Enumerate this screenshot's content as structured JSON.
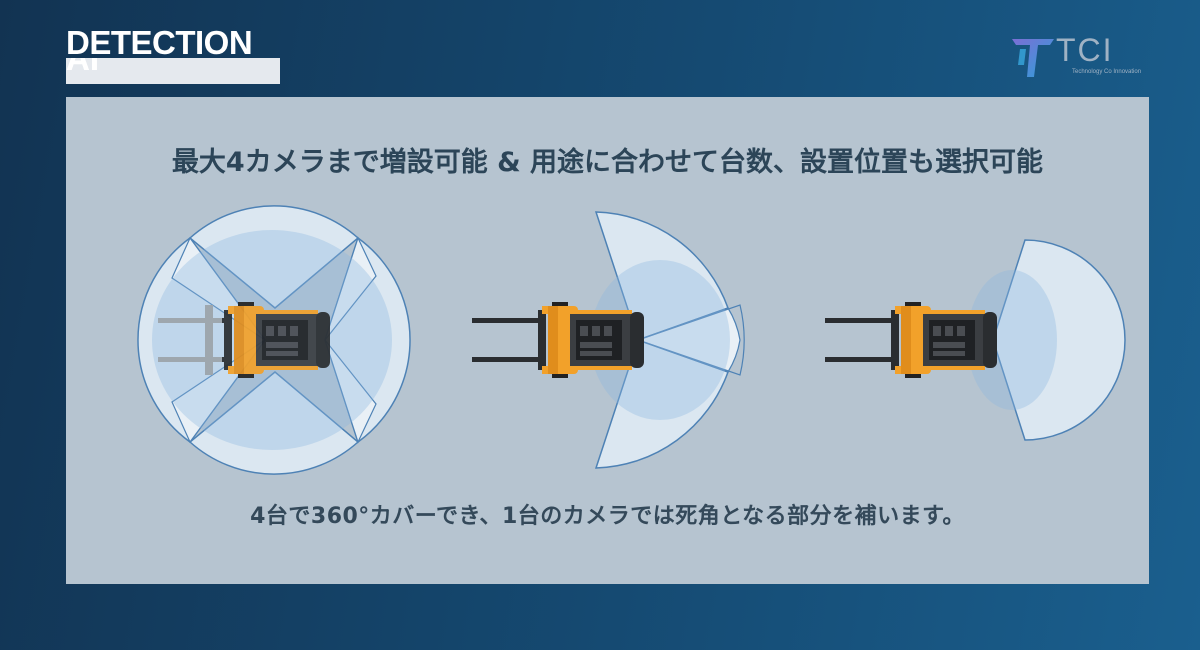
{
  "brand": {
    "line1": "DETECTION",
    "line2": "AI"
  },
  "logo": {
    "name": "TCI",
    "tagline": "Technology Co Innovation"
  },
  "panel": {
    "heading": "最大4カメラまで増設可能 & 用途に合わせて台数、設置位置も選択可能",
    "caption": "4台で360°カバーでき、1台のカメラでは死角となる部分を補います。"
  },
  "diagrams": [
    {
      "name": "forklift-4-cameras",
      "camera_count": 4
    },
    {
      "name": "forklift-2-cameras",
      "camera_count": 2
    },
    {
      "name": "forklift-1-camera",
      "camera_count": 1
    }
  ],
  "colors": {
    "background_dark": "#123352",
    "background_light": "#1a5f8e",
    "panel": "#b6c4d0",
    "forklift_body": "#f2a12a",
    "camera_fov_edge": "#4e82b5",
    "camera_fov_fill": "#a9cbe8"
  }
}
